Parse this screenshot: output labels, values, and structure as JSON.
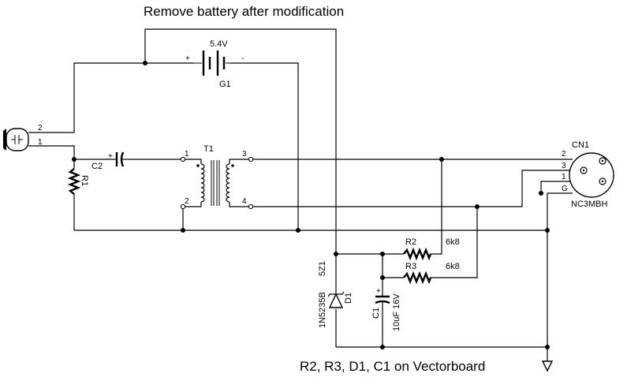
{
  "title_note": "Remove battery after modification",
  "footer_note": "R2, R3, D1, C1 on Vectorboard",
  "components": {
    "battery": {
      "ref": "G1",
      "value": "5.4V",
      "plus": "+",
      "minus": "-"
    },
    "transformer": {
      "ref": "T1",
      "pin1": "1",
      "pin2": "2",
      "pin3": "3",
      "pin4": "4"
    },
    "capsule": {
      "pin_top": "2",
      "pin_bottom": "1"
    },
    "r1": {
      "ref": "R1"
    },
    "c2": {
      "ref": "C2",
      "polarity": "+"
    },
    "r2": {
      "ref": "R2",
      "value": "6k8"
    },
    "r3": {
      "ref": "R3",
      "value": "6k8"
    },
    "d1": {
      "ref": "D1",
      "part": "1N5235B",
      "value": "5Z1"
    },
    "c1": {
      "ref": "C1",
      "polarity": "+",
      "value": "10uF 16V"
    },
    "connector": {
      "ref": "CN1",
      "part": "NC3MBH",
      "pin2": "2",
      "pin3": "3",
      "pin1": "1",
      "pinG": "G"
    }
  }
}
